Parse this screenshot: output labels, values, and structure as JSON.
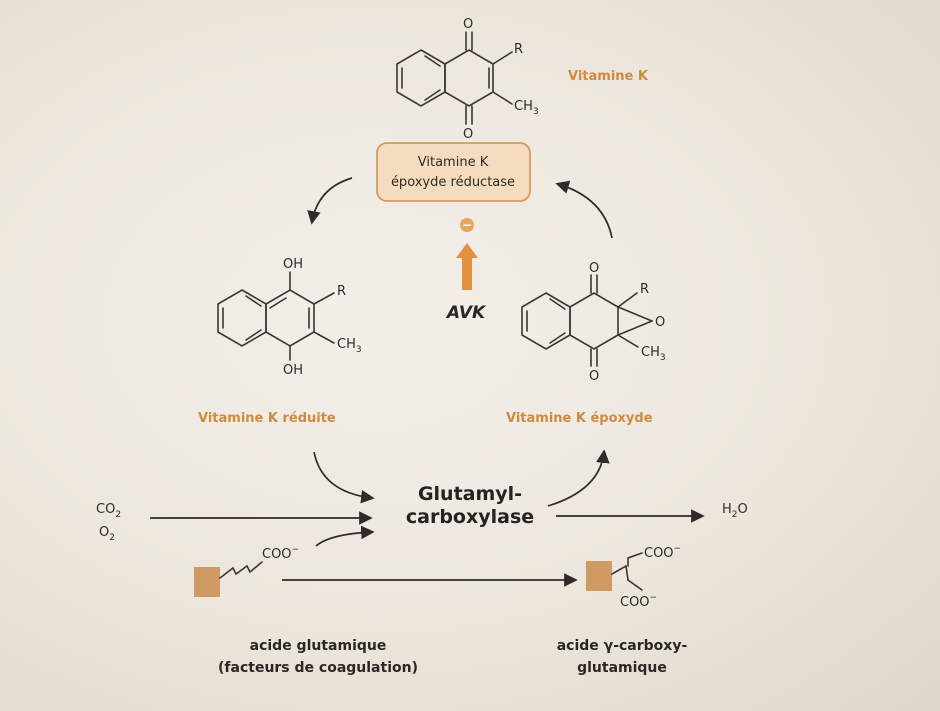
{
  "molecules": {
    "vitamin_k": {
      "label": "Vitamine K",
      "atoms": {
        "o_top": "O",
        "o_bottom": "O",
        "r": "R",
        "ch": "CH",
        "ch_sub": "3"
      }
    },
    "vitamin_k_reduced": {
      "label": "Vitamine K réduite",
      "atoms": {
        "oh_top": "OH",
        "oh_bottom": "OH",
        "r": "R",
        "ch": "CH",
        "ch_sub": "3"
      }
    },
    "vitamin_k_epoxide": {
      "label": "Vitamine K époxyde",
      "atoms": {
        "o_top": "O",
        "o_bottom": "O",
        "o_epoxide": "O",
        "r": "R",
        "ch": "CH",
        "ch_sub": "3"
      }
    }
  },
  "enzyme_reductase": {
    "line1": "Vitamine K",
    "line2": "époxyde réductase"
  },
  "inhibitor": {
    "symbol": "−",
    "label": "AVK"
  },
  "carboxylase": {
    "line1": "Glutamyl-",
    "line2": "carboxylase"
  },
  "inputs": {
    "co2": "CO",
    "co2_sub": "2",
    "o2": "O",
    "o2_sub": "2"
  },
  "output": {
    "h": "H",
    "h_sub": "2",
    "o": "O"
  },
  "glutamate": {
    "group": "COO",
    "charge": "−",
    "caption_line1": "acide glutamique",
    "caption_line2": "(facteurs de coagulation)"
  },
  "carboxyglutamate": {
    "group_top": "COO",
    "group_bottom": "COO",
    "charge": "−",
    "caption_line1": "acide γ-carboxy-",
    "caption_line2": "glutamique"
  },
  "colors": {
    "accent": "#d08a3e",
    "enzyme_fill": "#f5dcc0",
    "enzyme_stroke": "#d59a5a",
    "protein_block": "#cf9a64",
    "text": "#2a2724"
  }
}
